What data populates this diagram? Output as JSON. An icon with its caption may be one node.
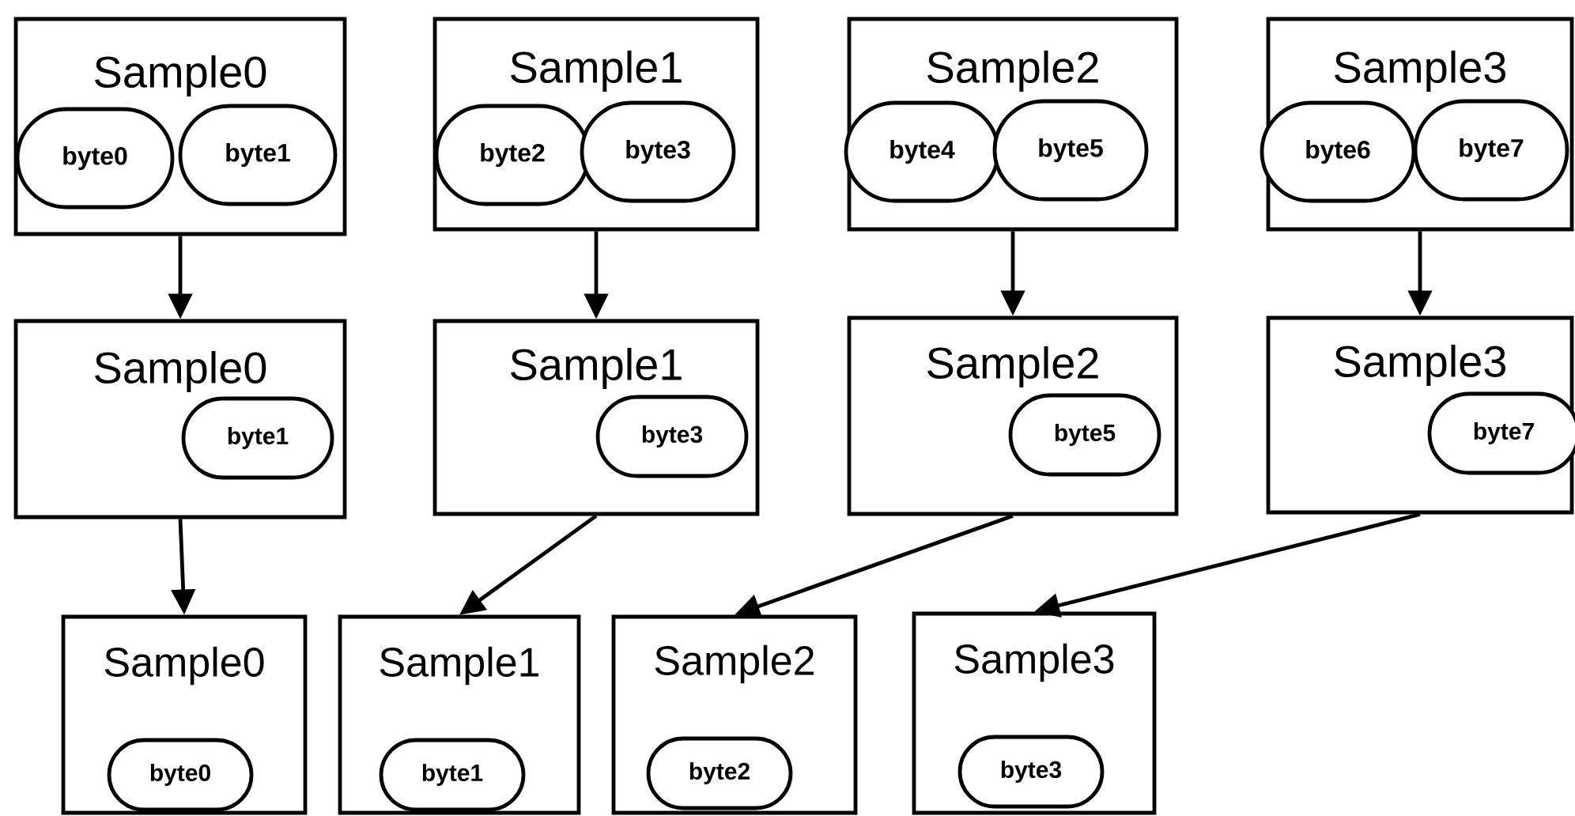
{
  "diagram": {
    "nodes": [
      {
        "text": [
          "Sample0"
        ]
      },
      {
        "text": [
          "byte0"
        ],
        "in": 0
      },
      {
        "text": [
          "byte1"
        ],
        "in": 0
      },
      {
        "text": [
          "Sample1"
        ]
      },
      {
        "text": [
          "byte2"
        ],
        "in": 3
      },
      {
        "text": [
          "byte3"
        ],
        "in": 3
      },
      {
        "text": [
          "Sample2"
        ]
      },
      {
        "text": [
          "byte4"
        ],
        "in": 6
      },
      {
        "text": [
          "byte5"
        ],
        "in": 6
      },
      {
        "text": [
          "Sample3"
        ]
      },
      {
        "text": [
          "byte6"
        ],
        "in": 9
      },
      {
        "text": [
          "byte7"
        ],
        "in": 9
      },
      {
        "text": [
          "Sample0"
        ]
      },
      {
        "text": [
          "byte1"
        ],
        "in": 12
      },
      {
        "text": [
          "Sample1"
        ]
      },
      {
        "text": [
          "byte3"
        ],
        "in": 14
      },
      {
        "text": [
          "Sample2"
        ]
      },
      {
        "text": [
          "byte5"
        ],
        "in": 16
      },
      {
        "text": [
          "Sample3"
        ]
      },
      {
        "text": [
          "byte7"
        ],
        "in": 18
      },
      {
        "text": [
          "Sample0"
        ]
      },
      {
        "text": [
          "byte0"
        ],
        "in": 20
      },
      {
        "text": [
          "Sample1"
        ]
      },
      {
        "text": [
          "byte1"
        ],
        "in": 22
      },
      {
        "text": [
          "Sample2"
        ]
      },
      {
        "text": [
          "byte2"
        ],
        "in": 24
      },
      {
        "text": [
          "Sample3"
        ]
      },
      {
        "text": [
          "byte3"
        ],
        "in": 26
      }
    ],
    "edges": [
      {
        "from": 0,
        "to": 12,
        "arrow": "to"
      },
      {
        "from": 3,
        "to": 14,
        "arrow": "to"
      },
      {
        "from": 6,
        "to": 16,
        "arrow": "to"
      },
      {
        "from": 9,
        "to": 18,
        "arrow": "to"
      },
      {
        "from": 12,
        "to": 20,
        "arrow": "to"
      },
      {
        "from": 14,
        "to": 22,
        "arrow": "to"
      },
      {
        "from": 16,
        "to": 24,
        "arrow": "to"
      },
      {
        "from": 18,
        "to": 26,
        "arrow": "to"
      }
    ]
  }
}
